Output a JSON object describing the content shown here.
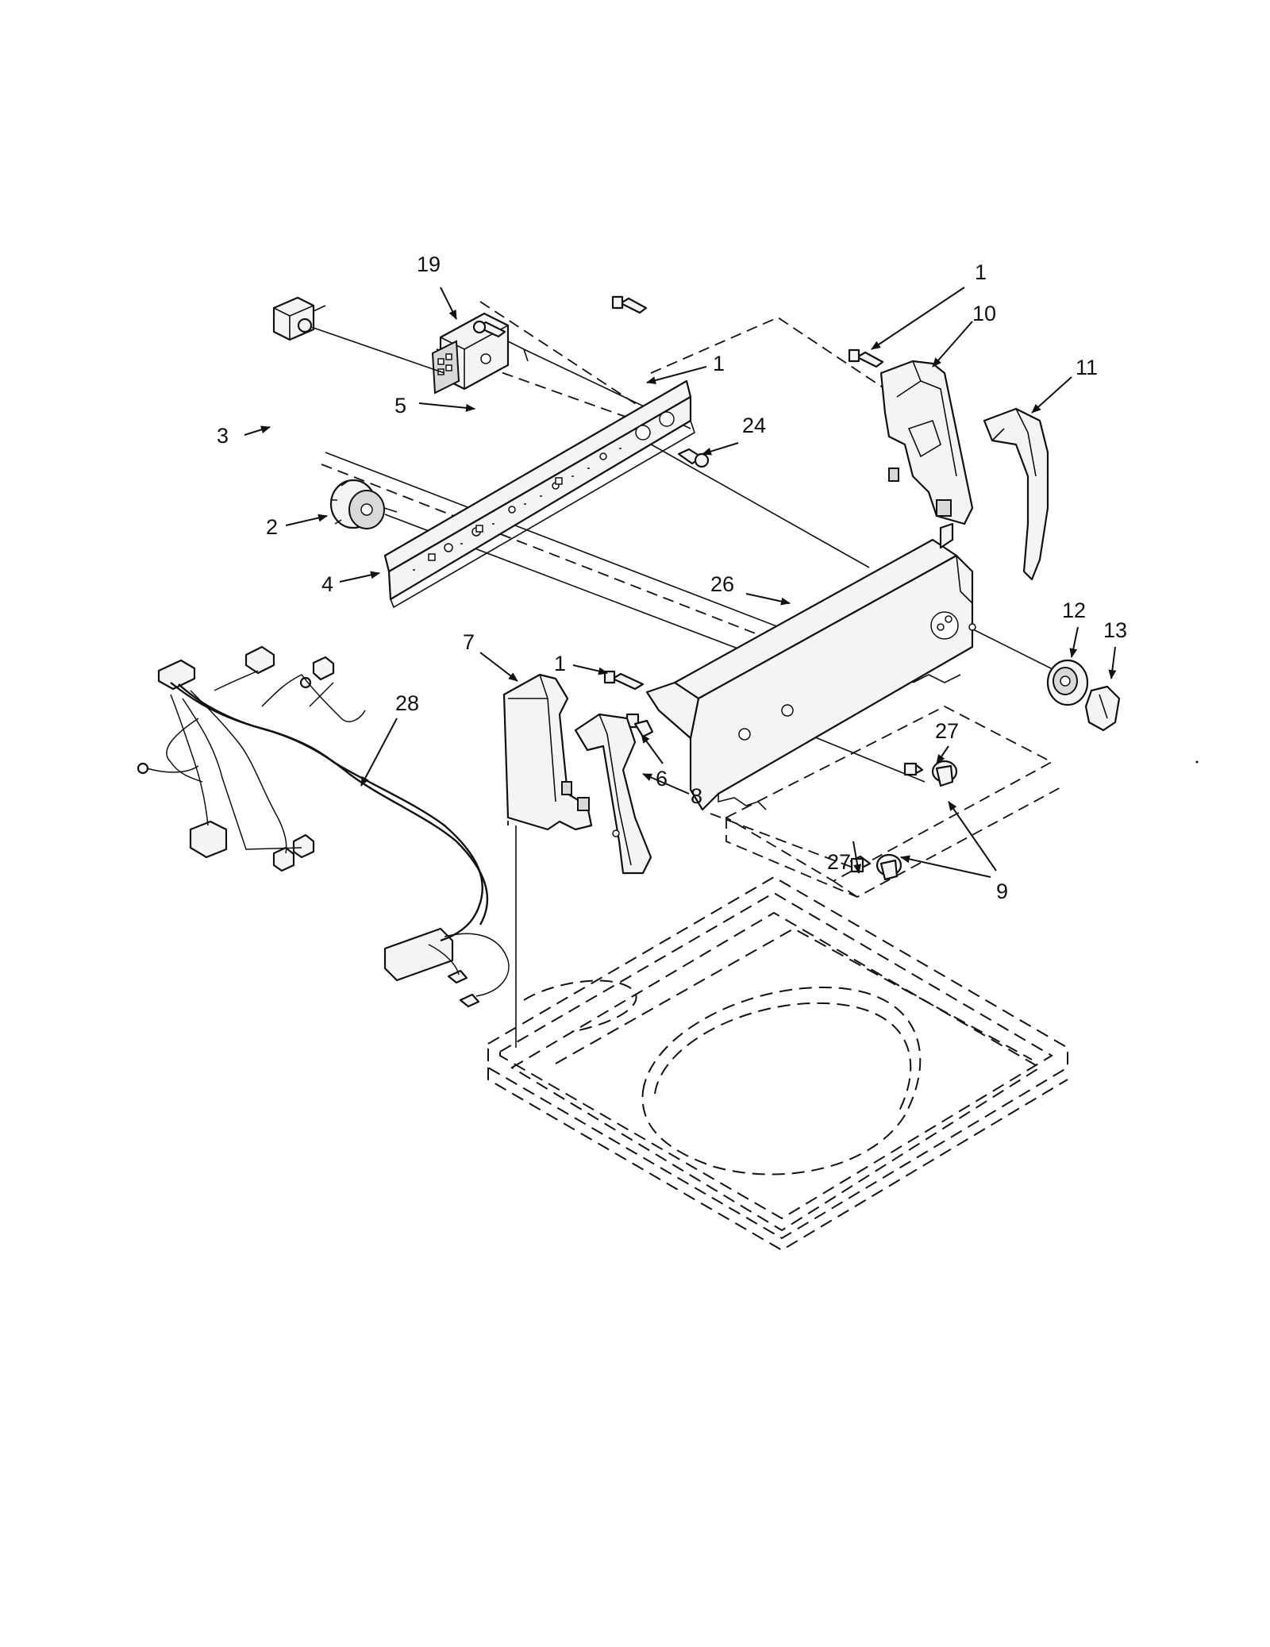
{
  "callouts": {
    "c19": "19",
    "c1_top_right": "1",
    "c10": "10",
    "c11": "11",
    "c1_center": "1",
    "c5": "5",
    "c24": "24",
    "c3": "3",
    "c2": "2",
    "c4": "4",
    "c26": "26",
    "c12": "12",
    "c13": "13",
    "c7": "7",
    "c1_lower": "1",
    "c28": "28",
    "c27_upper": "27",
    "c6": "6",
    "c8": "8",
    "c27_lower": "27",
    "c9": "9"
  }
}
